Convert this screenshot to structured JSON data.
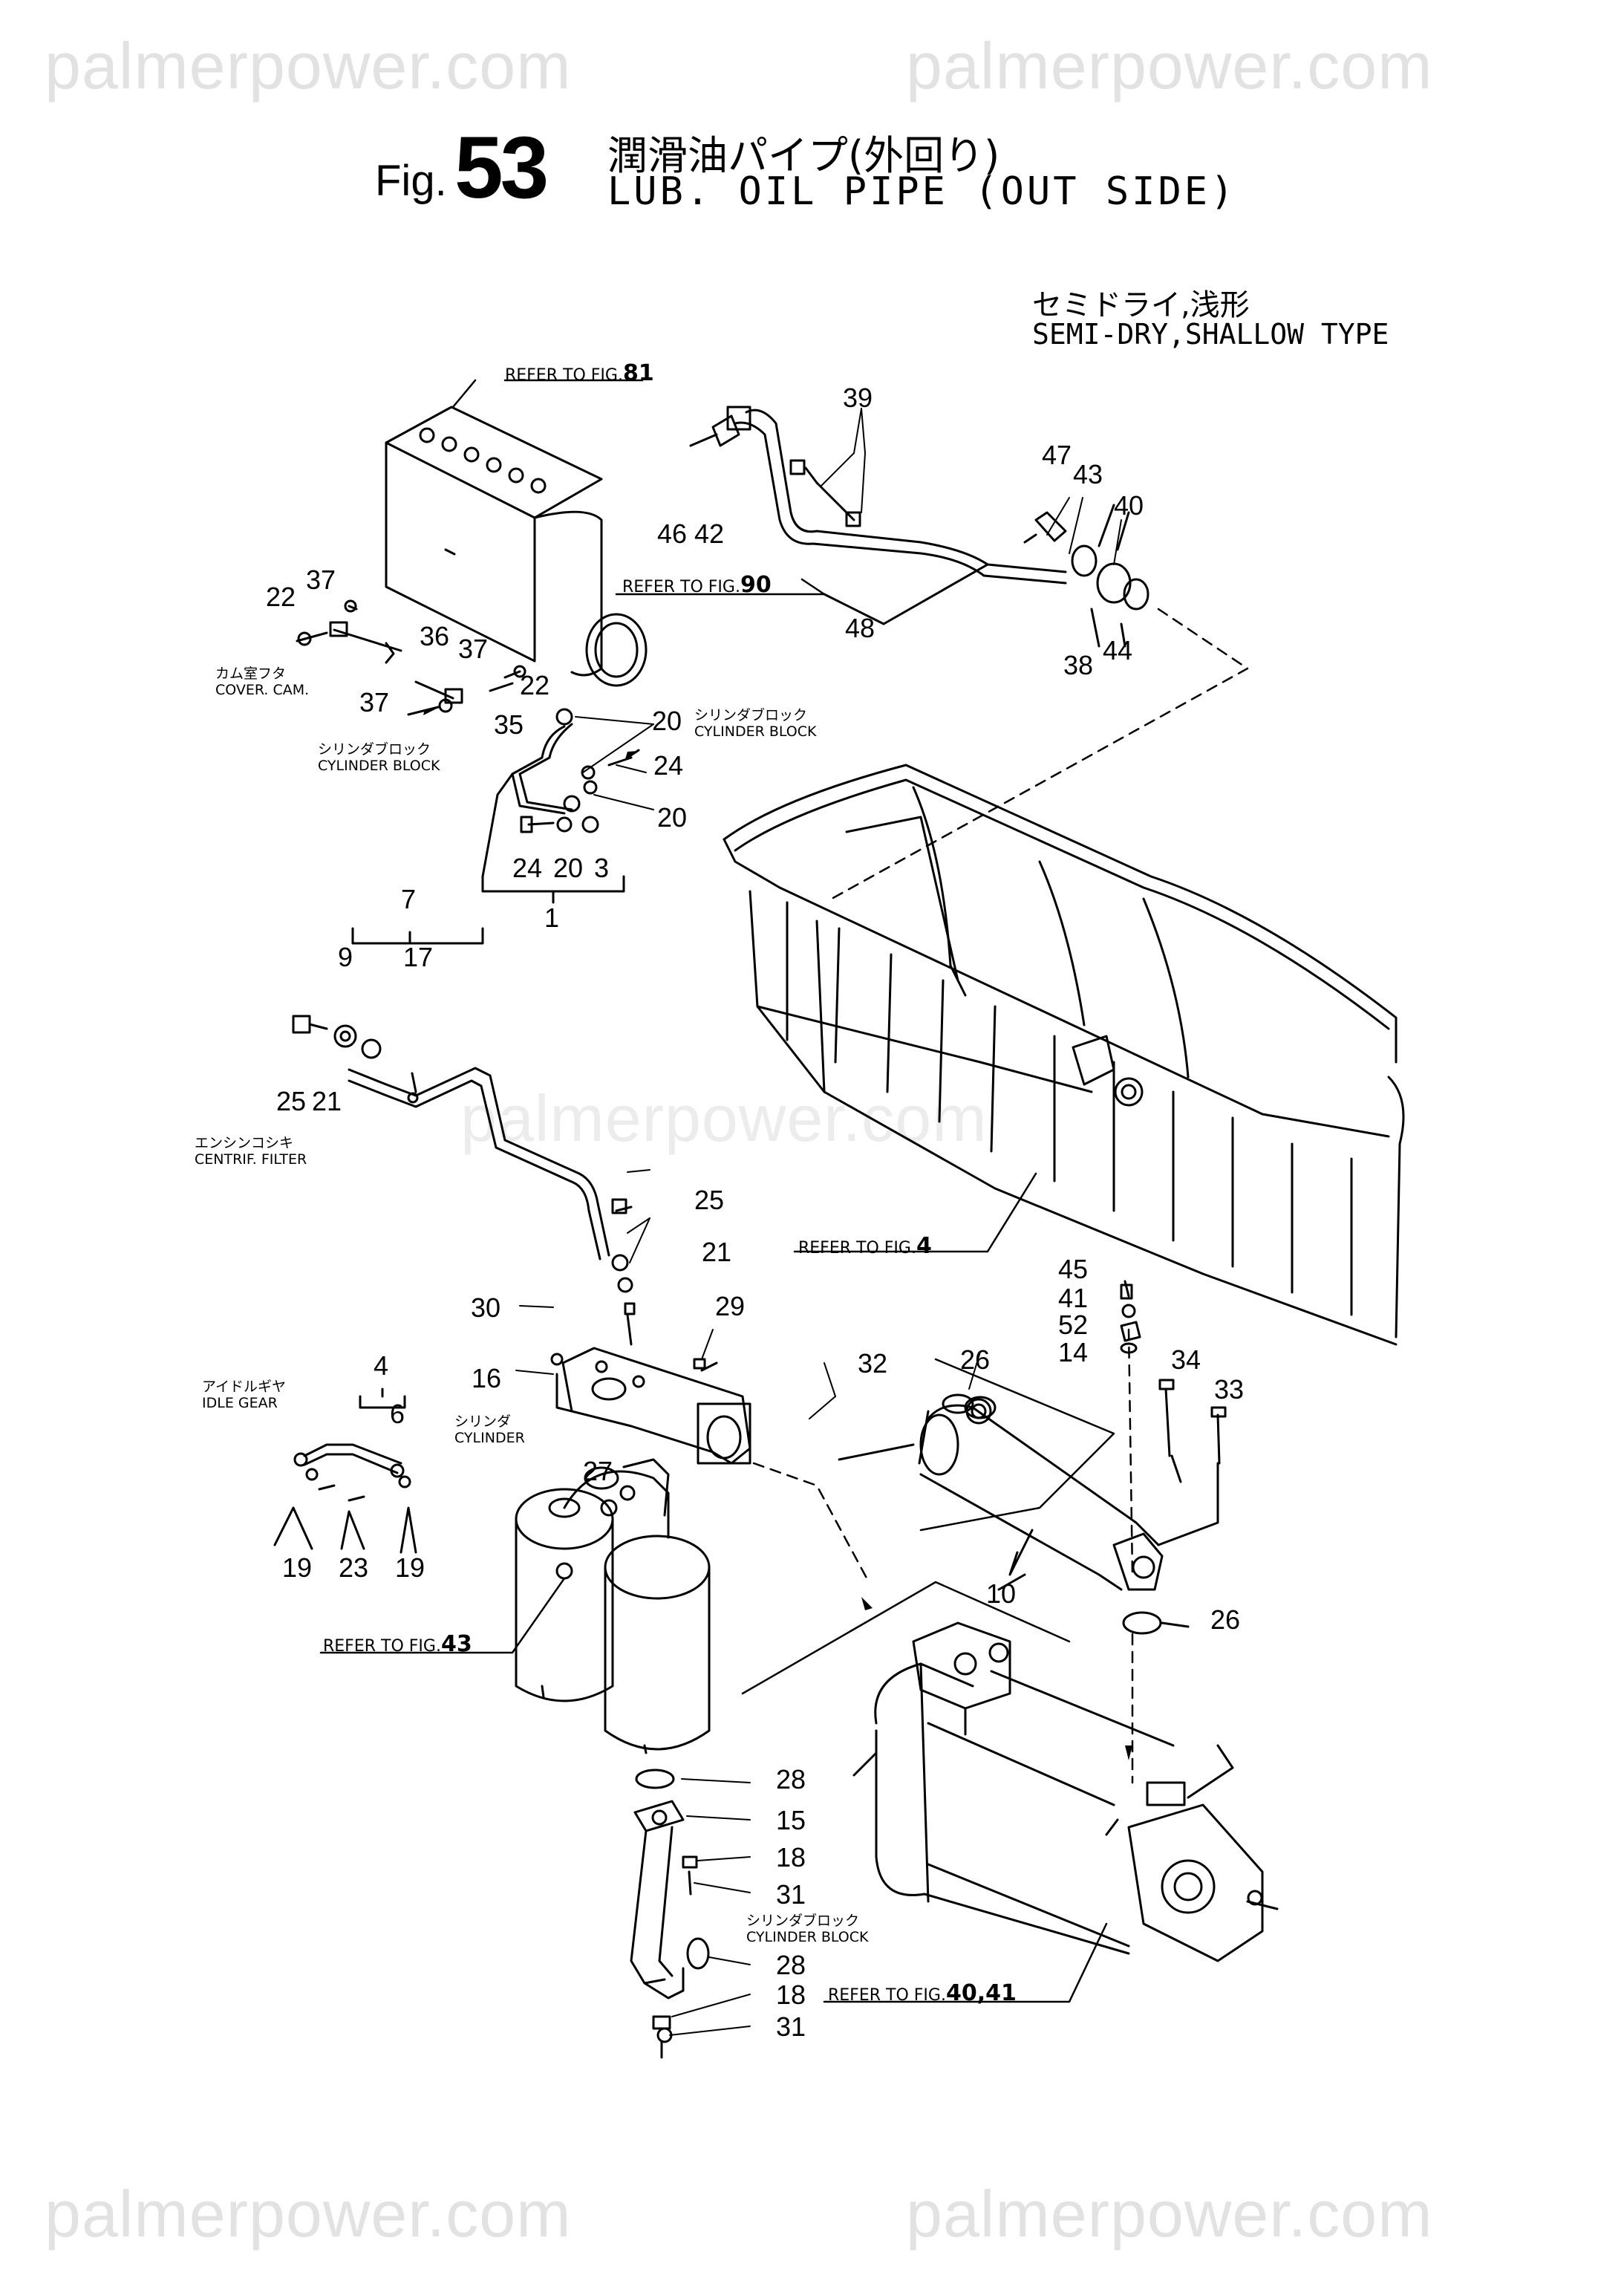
{
  "watermark": "palmerpower.com",
  "title": {
    "fig_prefix": "Fig.",
    "fig_number": "53",
    "japanese": "潤滑油パイプ(外回り)",
    "english": "LUB. OIL PIPE (OUT SIDE)"
  },
  "variant": {
    "japanese": "セミドライ,浅形",
    "english": "SEMI-DRY,SHALLOW TYPE"
  },
  "references": [
    {
      "prefix": "REFER TO FIG.",
      "figure": "81"
    },
    {
      "prefix": "REFER TO FIG.",
      "figure": "90"
    },
    {
      "prefix": "REFER TO FIG.",
      "figure": "4"
    },
    {
      "prefix": "REFER TO FIG.",
      "figure": "43"
    },
    {
      "prefix": "REFER TO FIG.",
      "figure": "40,41"
    }
  ],
  "notes": [
    {
      "japanese": "カム室フタ",
      "english": "COVER. CAM."
    },
    {
      "japanese": "シリンダブロック",
      "english": "CYLINDER BLOCK"
    },
    {
      "japanese": "シリンダブロック",
      "english": "CYLINDER BLOCK"
    },
    {
      "japanese": "エンシンコシキ",
      "english": "CENTRIF. FILTER"
    },
    {
      "japanese": "アイドルギヤ",
      "english": "IDLE GEAR"
    },
    {
      "japanese": "シリンダ",
      "english": "CYLINDER"
    },
    {
      "japanese": "シリンダブロック",
      "english": "CYLINDER BLOCK"
    }
  ],
  "part_numbers": [
    "37",
    "22",
    "36",
    "37",
    "22",
    "37",
    "35",
    "20",
    "24",
    "20",
    "24",
    "20",
    "3",
    "1",
    "39",
    "47",
    "43",
    "40",
    "46",
    "42",
    "48",
    "38",
    "44",
    "7",
    "9",
    "17",
    "25",
    "21",
    "25",
    "21",
    "30",
    "29",
    "16",
    "4",
    "6",
    "27",
    "19",
    "23",
    "19",
    "32",
    "26",
    "45",
    "41",
    "52",
    "14",
    "34",
    "33",
    "10",
    "26",
    "28",
    "15",
    "18",
    "31",
    "28",
    "18",
    "31"
  ]
}
